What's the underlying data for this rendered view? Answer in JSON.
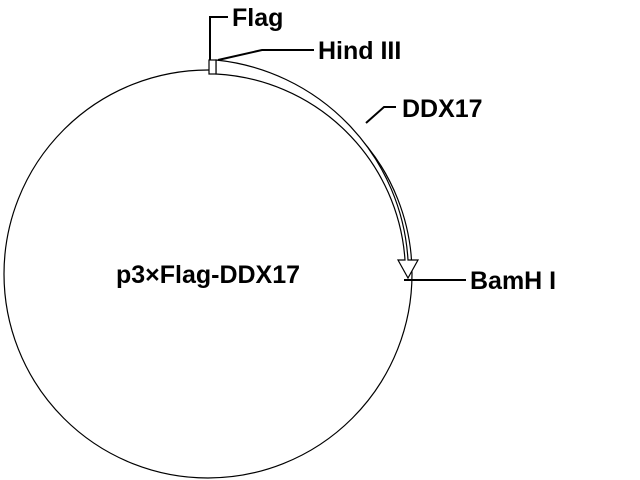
{
  "plasmid": {
    "name": "p3×Flag-DDX17"
  },
  "features": {
    "flag": "Flag",
    "hind3": "Hind III",
    "insert": "DDX17",
    "bamh1": "BamH I"
  },
  "colors": {
    "stroke": "#000000",
    "background": "#ffffff"
  }
}
